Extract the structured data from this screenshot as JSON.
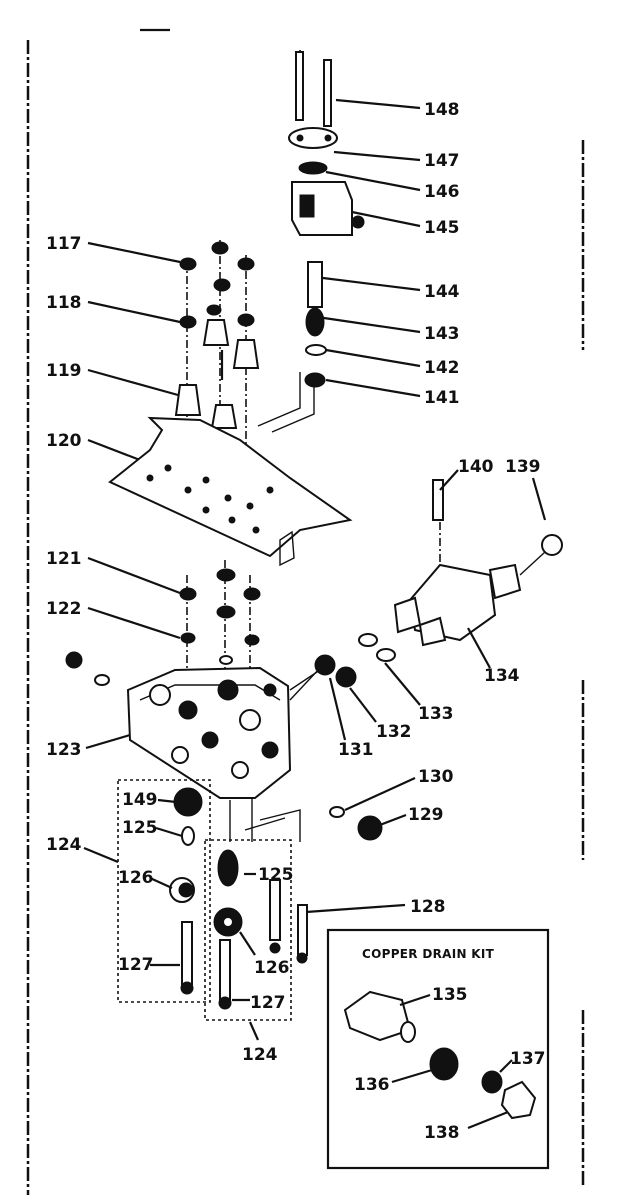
{
  "diagram": {
    "labels": {
      "p117": "117",
      "p118": "118",
      "p119": "119",
      "p120": "120",
      "p121": "121",
      "p122": "122",
      "p123": "123",
      "p124a": "124",
      "p124b": "124",
      "p125a": "125",
      "p125b": "125",
      "p126a": "126",
      "p126b": "126",
      "p127a": "127",
      "p127b": "127",
      "p128": "128",
      "p129": "129",
      "p130": "130",
      "p131": "131",
      "p132": "132",
      "p133": "133",
      "p134": "134",
      "p135": "135",
      "p136": "136",
      "p137": "137",
      "p138": "138",
      "p139": "139",
      "p140": "140",
      "p141": "141",
      "p142": "142",
      "p143": "143",
      "p144": "144",
      "p145": "145",
      "p146": "146",
      "p147": "147",
      "p148": "148",
      "p149": "149"
    },
    "kit_title": "COPPER DRAIN KIT"
  }
}
